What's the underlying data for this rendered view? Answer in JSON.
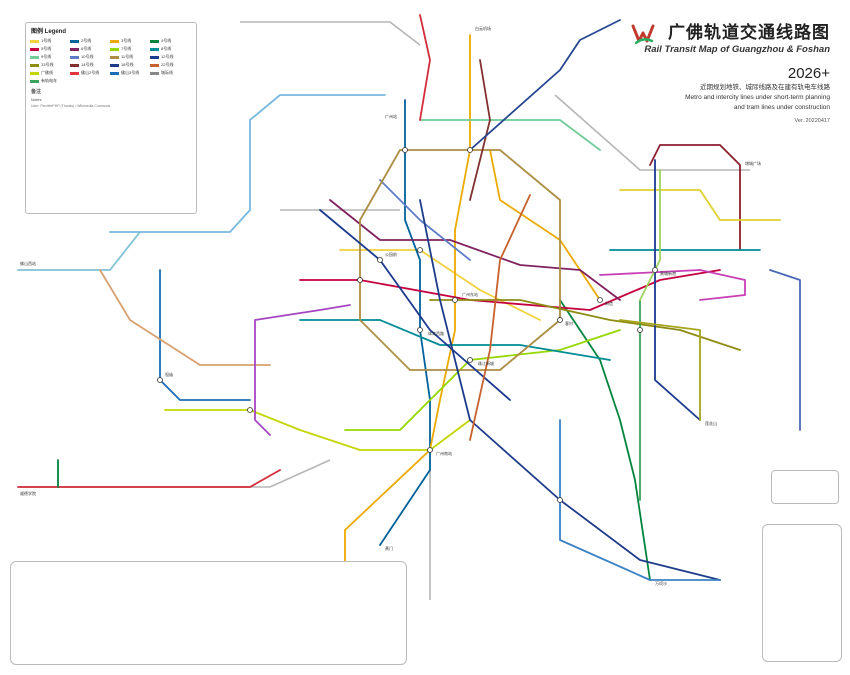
{
  "title": {
    "zh": "广佛轨道交通线路图",
    "en": "Rail Transit Map of Guangzhou & Foshan",
    "year": "2026+",
    "subtitle_zh": "近期规划地铁、城际线路及在建有轨电车线路",
    "subtitle_en_1": "Metro and intercity lines under short-term planning",
    "subtitle_en_2": "and tram lines under construction",
    "version": "Ver. 20220417"
  },
  "legend": {
    "heading": "图例 Legend",
    "lines": [
      {
        "label": "1号线",
        "color": "#f3d03e"
      },
      {
        "label": "2号线",
        "color": "#00629b"
      },
      {
        "label": "3号线",
        "color": "#ecaa00"
      },
      {
        "label": "4号线",
        "color": "#00843d"
      },
      {
        "label": "5号线",
        "color": "#c5003e"
      },
      {
        "label": "6号线",
        "color": "#80225f"
      },
      {
        "label": "7号线",
        "color": "#97d700"
      },
      {
        "label": "8号线",
        "color": "#008c95"
      },
      {
        "label": "9号线",
        "color": "#71cc98"
      },
      {
        "label": "10号线",
        "color": "#5f7cc8"
      },
      {
        "label": "11号线",
        "color": "#ad8d44"
      },
      {
        "label": "12号线",
        "color": "#1b3b8f"
      },
      {
        "label": "13号线",
        "color": "#8e8c13"
      },
      {
        "label": "14号线",
        "color": "#81312f"
      },
      {
        "label": "18号线",
        "color": "#1d3b8a"
      },
      {
        "label": "22号线",
        "color": "#c7622e"
      },
      {
        "label": "广佛线",
        "color": "#c4d600"
      },
      {
        "label": "佛山2号线",
        "color": "#e33240"
      },
      {
        "label": "佛山3号线",
        "color": "#1a6eb5"
      },
      {
        "label": "城际线",
        "color": "#888888"
      },
      {
        "label": "有轨电车",
        "color": "#3aa35b"
      }
    ],
    "notes_heading": "备注",
    "notes": "Notes",
    "credit": "User: FlexiblePHP (Thanks) / Wikimedia Commons"
  },
  "labels": {
    "gz_south": "广州南站",
    "gz_station": "广州站",
    "gz_east": "广州东站",
    "airport": "白云机场",
    "foshan_west": "佛山西站",
    "zhujiang_newtown": "珠江新城",
    "tiyu_west": "体育西路",
    "gongyuanqian": "公园前",
    "kecun": "客村",
    "zuanshiqiao": "祖庙",
    "qifu": "番禺广场",
    "wanqingsha": "万顷沙",
    "xinzao": "新造",
    "huangpu": "黄埔新港",
    "zengcheng": "增城广场",
    "jiaomen": "蕉门",
    "lianhua": "莲花山",
    "shunde": "顺德学院"
  }
}
